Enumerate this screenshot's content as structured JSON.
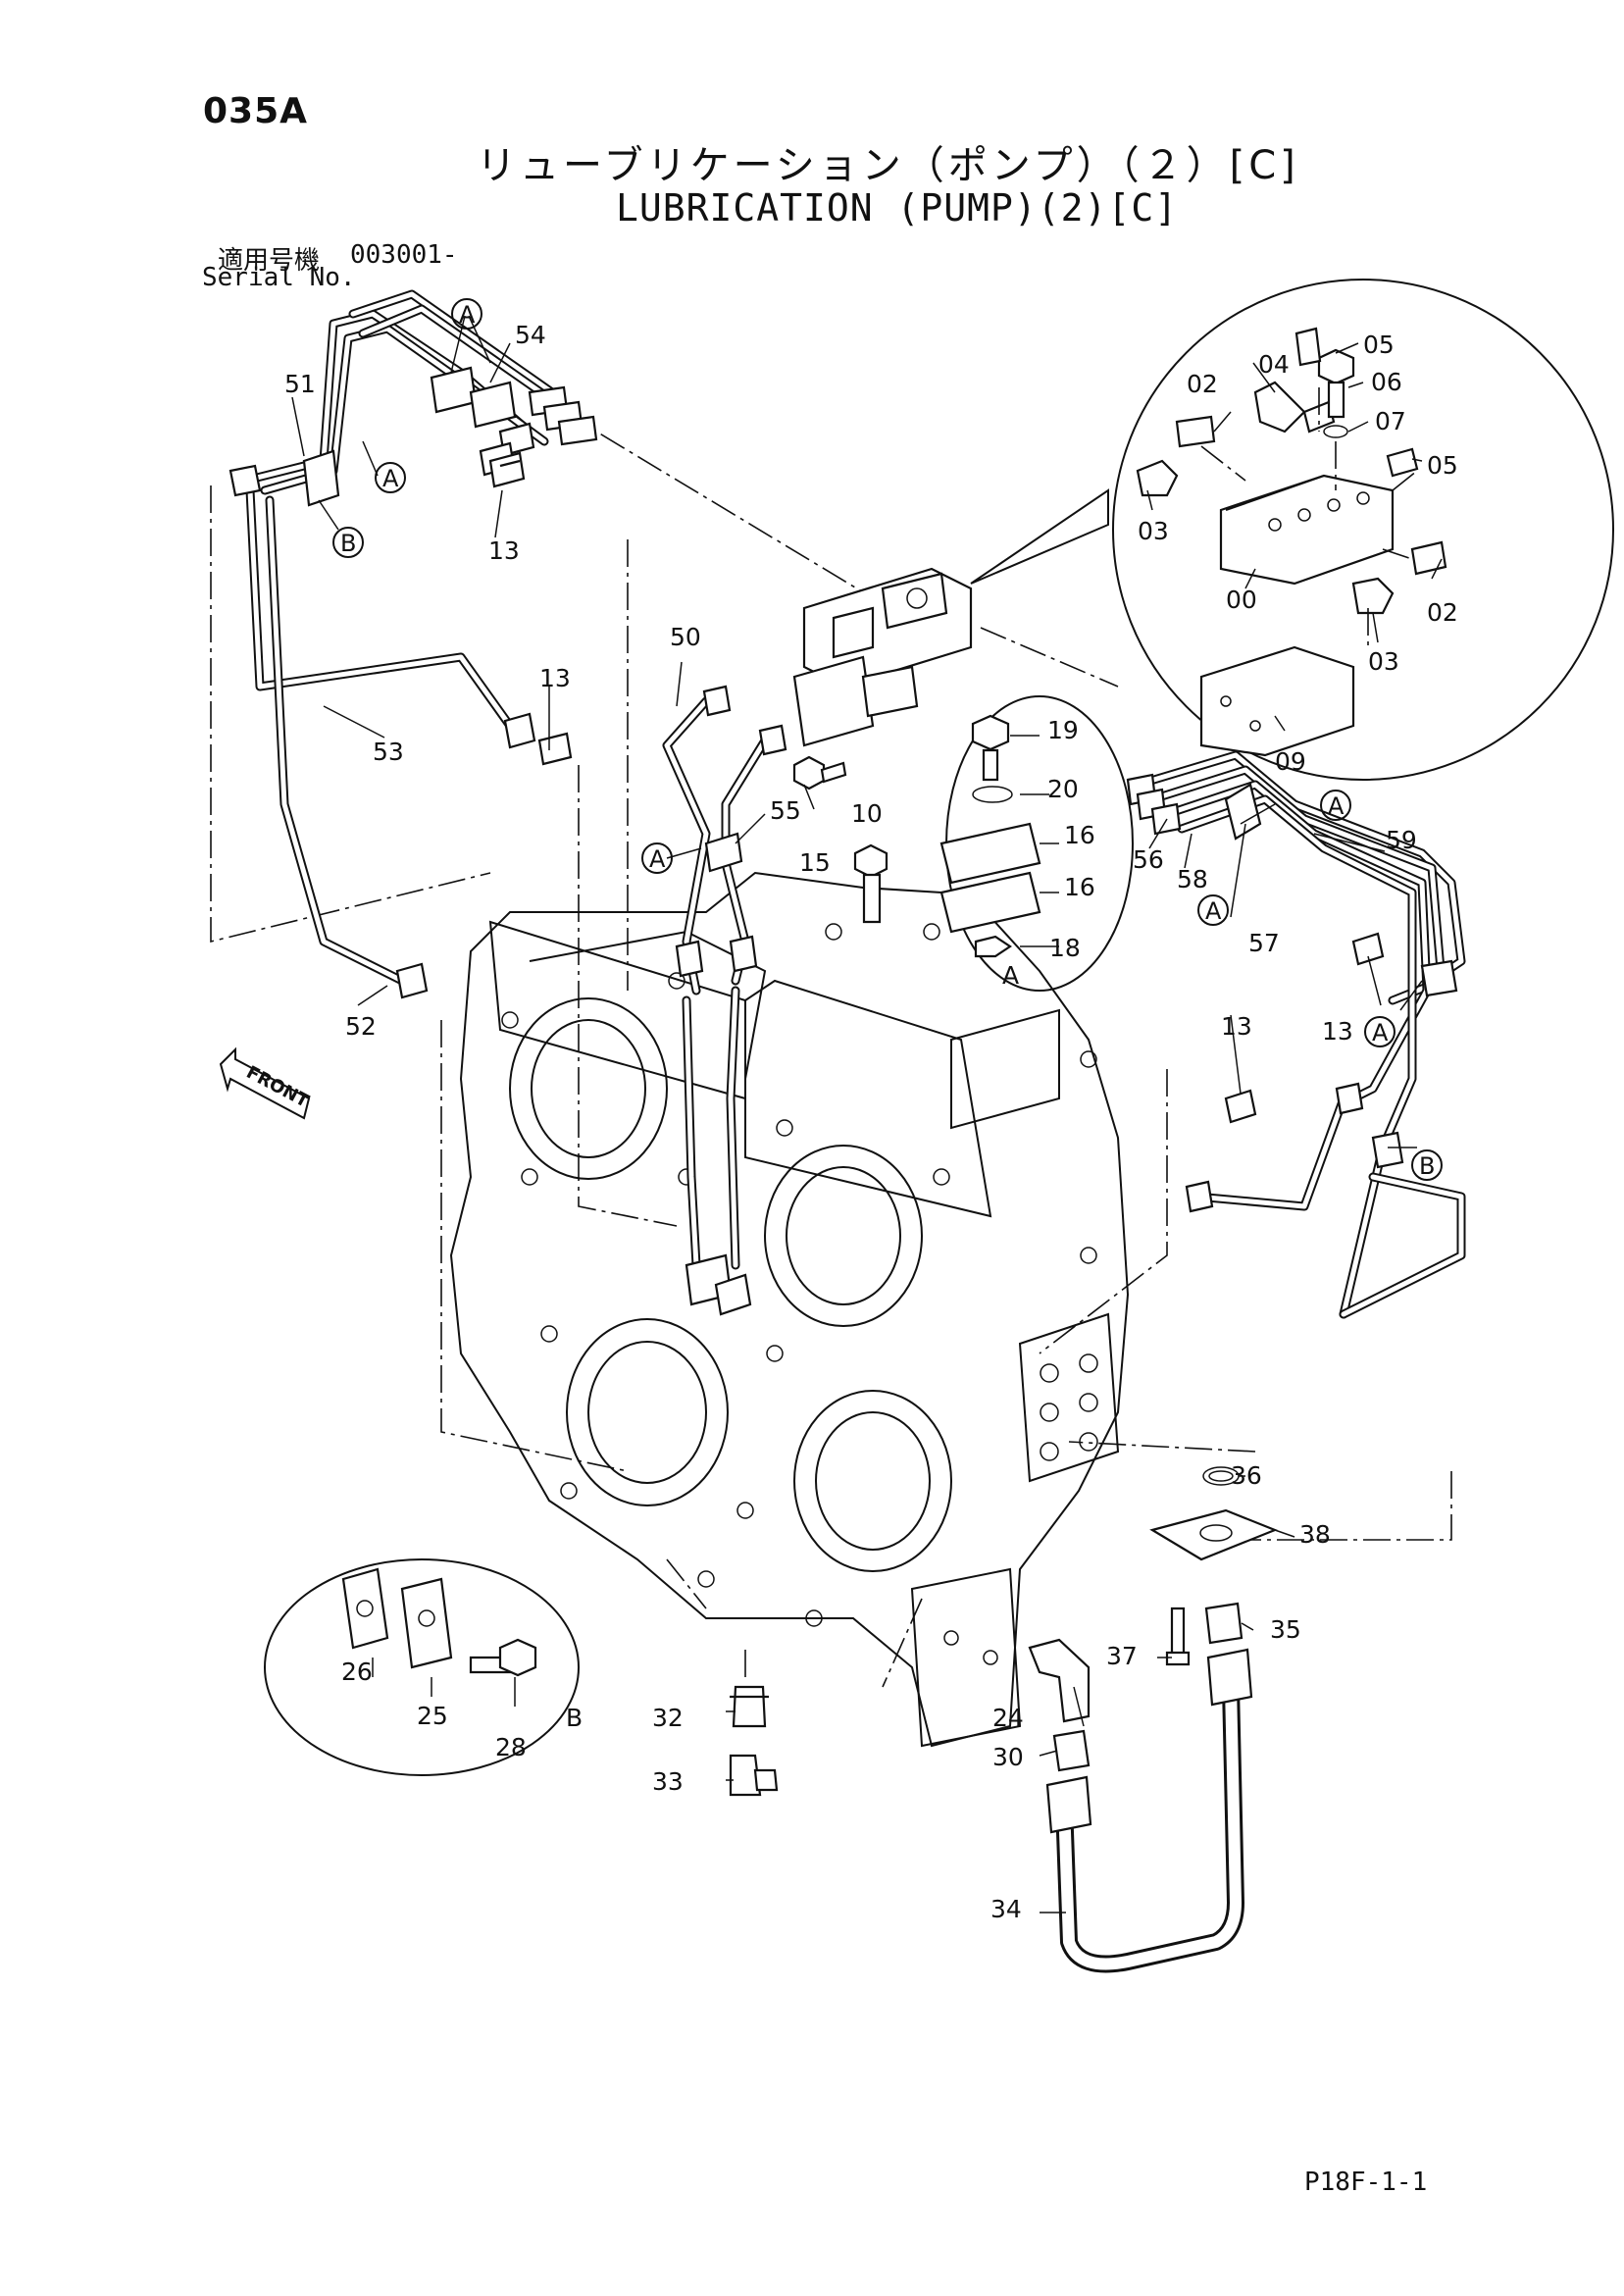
{
  "header": {
    "page_code": "035A",
    "title_jp": "リューブリケーション（ポンプ）（２）[C]",
    "title_en": "LUBRICATION (PUMP)(2)[C]",
    "serial_label_jp": "適用号機",
    "serial_number": "003001-",
    "serial_label_en": "Serial No."
  },
  "footer": {
    "page_ref": "P18F-1-1"
  },
  "front_label": "FRONT",
  "detail_callouts": {
    "a": "A",
    "b": "B"
  },
  "part_numbers": {
    "p00": "00",
    "p02a": "02",
    "p02b": "02",
    "p03a": "03",
    "p03b": "03",
    "p04": "04",
    "p05a": "05",
    "p05b": "05",
    "p06": "06",
    "p07": "07",
    "p09": "09",
    "p10": "10",
    "p13a": "13",
    "p13b": "13",
    "p13c": "13",
    "p13d": "13",
    "p15": "15",
    "p16a": "16",
    "p16b": "16",
    "p18": "18",
    "p19": "19",
    "p20": "20",
    "p24": "24",
    "p25": "25",
    "p26": "26",
    "p28": "28",
    "p30": "30",
    "p32": "32",
    "p33": "33",
    "p34": "34",
    "p35": "35",
    "p36": "36",
    "p37": "37",
    "p38": "38",
    "p50": "50",
    "p51": "51",
    "p52": "52",
    "p53": "53",
    "p54": "54",
    "p55": "55",
    "p56": "56",
    "p57": "57",
    "p58": "58",
    "p59": "59"
  },
  "circle_markers": {
    "a1": "A",
    "a2": "A",
    "a3": "A",
    "a4": "A",
    "a5": "A",
    "a6": "A",
    "b1": "B",
    "b2": "B"
  }
}
